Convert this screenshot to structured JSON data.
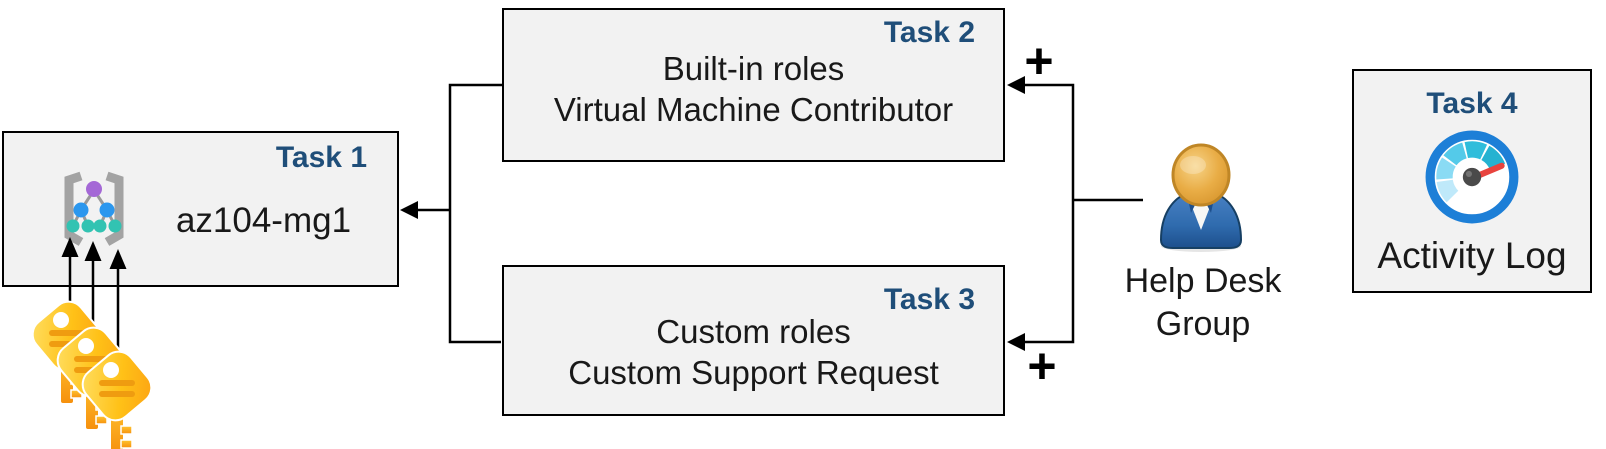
{
  "task1": {
    "label": "Task 1",
    "name": "az104-mg1",
    "icon": "management-group-icon"
  },
  "task2": {
    "label": "Task 2",
    "line1": "Built-in roles",
    "line2": "Virtual Machine Contributor"
  },
  "task3": {
    "label": "Task 3",
    "line1": "Custom roles",
    "line2": "Custom Support Request"
  },
  "task4": {
    "label": "Task 4",
    "caption": "Activity Log",
    "icon": "activity-log-gauge-icon"
  },
  "help_desk_group": {
    "line1": "Help Desk",
    "line2": "Group",
    "icon": "user-person-icon"
  },
  "plus": "+",
  "keys": {
    "icon": "access-keys-icon",
    "count": 3
  },
  "colors": {
    "task_label": "#1f4e79",
    "box_fill": "#f2f2f2",
    "box_border": "#000000",
    "text": "#191919",
    "connector": "#000000",
    "key_gold": "#ffc117",
    "key_stripe": "#ef9c10",
    "person_blue": "#2f6bae",
    "person_skin": "#e8a93e",
    "gauge_ring_blue": "#1d7fd7",
    "gauge_needle_red": "#e8433e",
    "mg_purple": "#a468d6",
    "mg_blue": "#2b97ee",
    "mg_teal": "#32c3b2"
  }
}
